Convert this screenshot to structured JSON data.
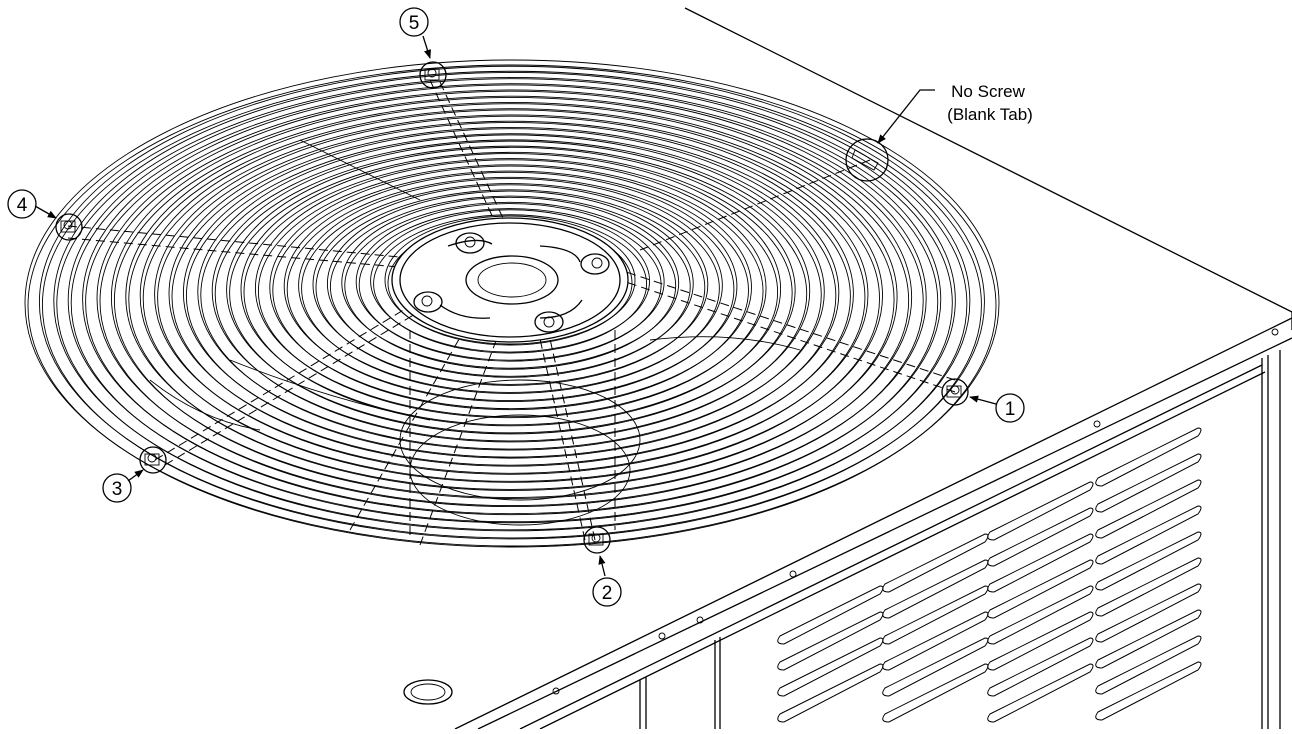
{
  "callouts": {
    "c1": "1",
    "c2": "2",
    "c3": "3",
    "c4": "4",
    "c5": "5"
  },
  "note": {
    "line1": "No Screw",
    "line2": "(Blank Tab)"
  }
}
